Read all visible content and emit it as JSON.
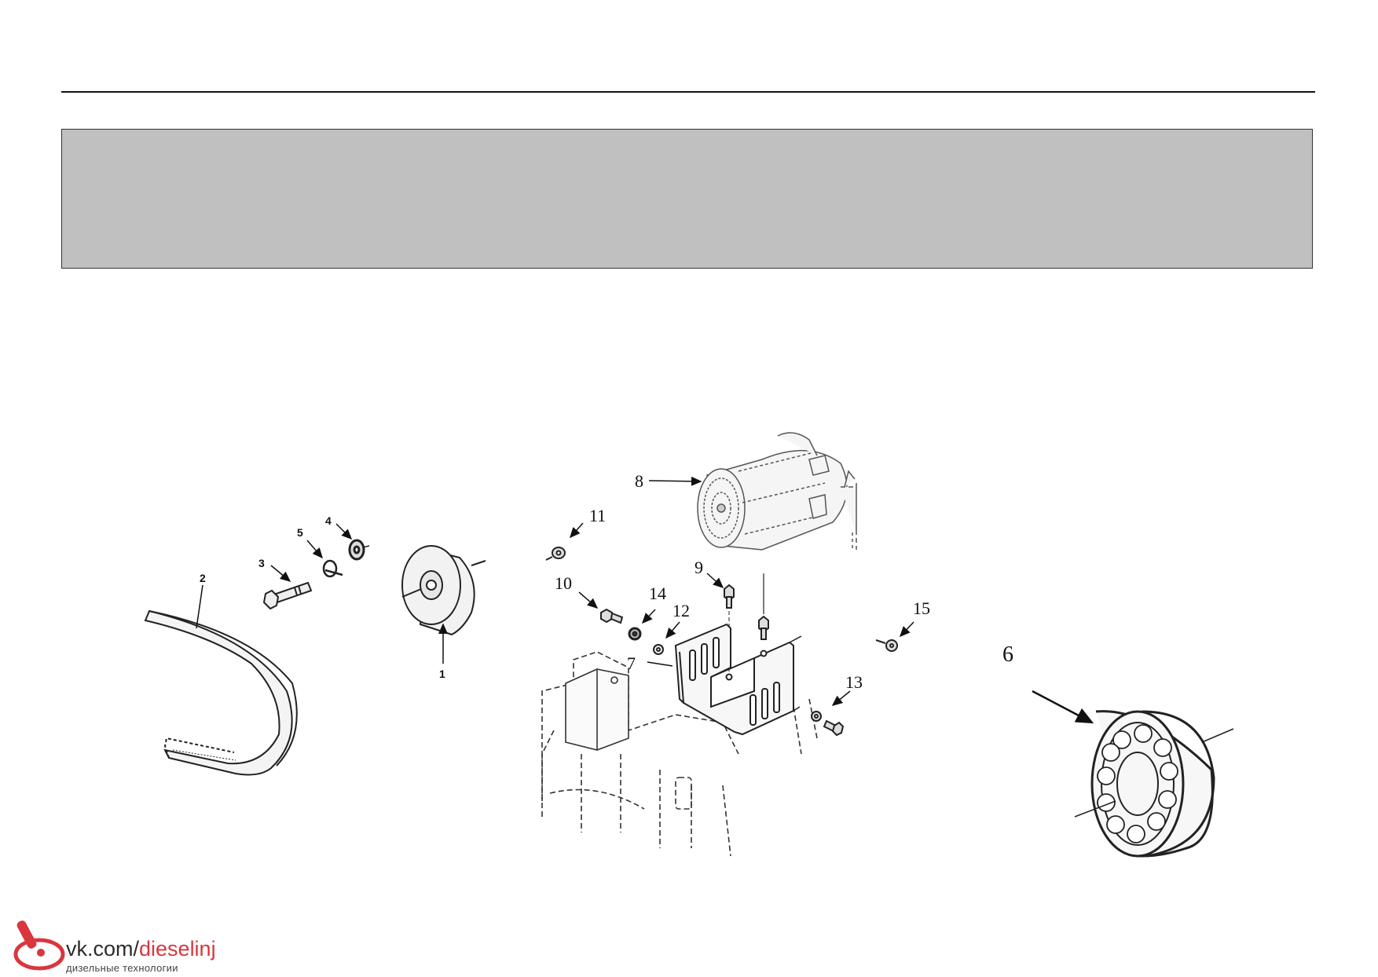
{
  "header": {
    "banner_text": ""
  },
  "callouts": {
    "belt": "2",
    "bolt": "3",
    "washer_5": "5",
    "washer_4": "4",
    "pulley": "1",
    "bearing": "6",
    "bracket": "7",
    "compressor": "8",
    "bolt_9": "9",
    "bolt_10": "10",
    "nut_11": "11",
    "washer_12": "12",
    "bolt_13": "13",
    "washer_14": "14",
    "nut_15": "15"
  },
  "watermark": {
    "prefix": "vk.com/",
    "highlight": "dieselinj",
    "subtitle": "дизельные технологии",
    "logo_icon": "injector-icon",
    "accent_color": "#d9363e"
  }
}
